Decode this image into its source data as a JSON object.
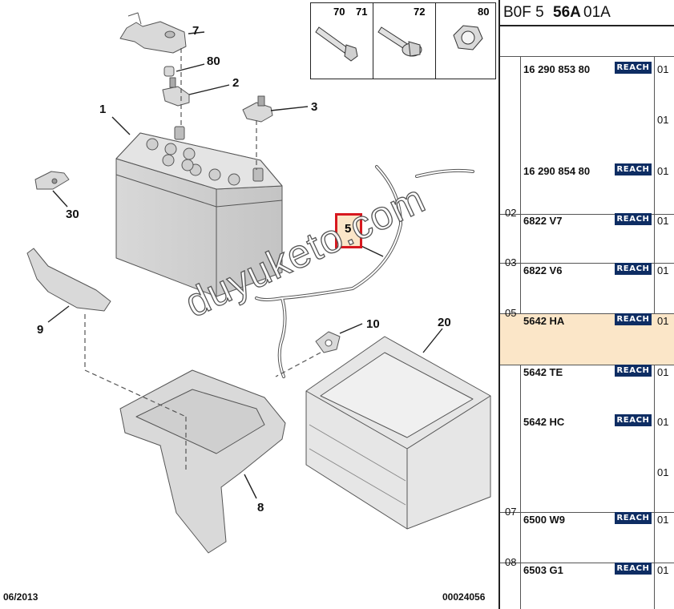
{
  "diagram": {
    "callouts": [
      "7",
      "80",
      "2",
      "3",
      "1",
      "30",
      "5",
      "9",
      "10",
      "20",
      "8"
    ],
    "hardware_numbers": [
      "70",
      "71",
      "72",
      "80"
    ],
    "footer_date": "06/2013",
    "footer_code": "00024056",
    "watermark": "duyuketo.com",
    "selected_callout": "5"
  },
  "header": {
    "part1": "B0F 5 ",
    "part2": "56A",
    "part3": " 01A"
  },
  "table": {
    "badge": "REACH",
    "rows": [
      {
        "group": "",
        "ref": "16 290 853 80",
        "badge": true,
        "qty": "01"
      },
      {
        "group": "",
        "ref": "",
        "badge": false,
        "qty": "01"
      },
      {
        "group": "",
        "ref": "16 290 854 80",
        "badge": true,
        "qty": "01"
      },
      {
        "group": "02",
        "ref": "6822 V7",
        "badge": true,
        "qty": "01"
      },
      {
        "group": "03",
        "ref": "6822 V6",
        "badge": true,
        "qty": "01"
      },
      {
        "group": "05",
        "ref": "5642 HA",
        "badge": true,
        "qty": "01"
      },
      {
        "group": "",
        "ref": "5642 TE",
        "badge": true,
        "qty": "01"
      },
      {
        "group": "",
        "ref": "5642 HC",
        "badge": true,
        "qty": "01"
      },
      {
        "group": "",
        "ref": "",
        "badge": false,
        "qty": "01"
      },
      {
        "group": "07",
        "ref": "6500 W9",
        "badge": true,
        "qty": "01"
      },
      {
        "group": "08",
        "ref": "6503 G1",
        "badge": true,
        "qty": "01"
      }
    ]
  }
}
